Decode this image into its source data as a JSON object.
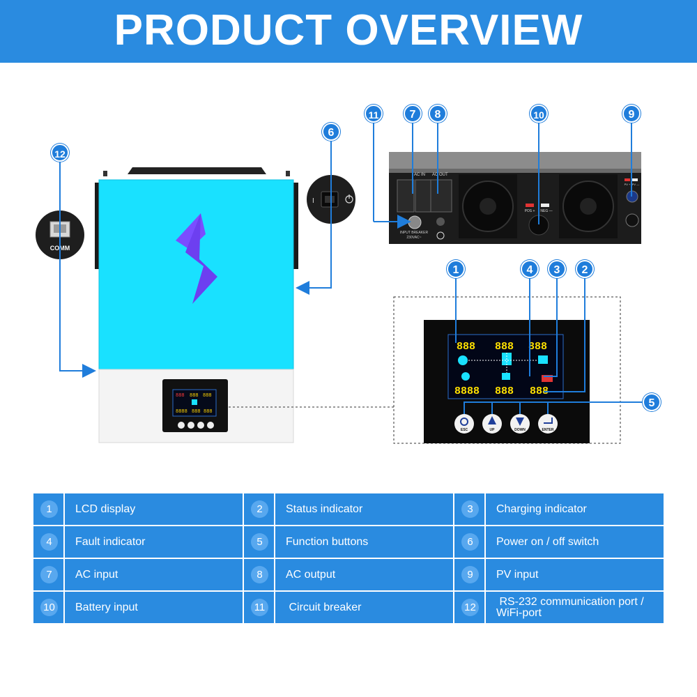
{
  "header": {
    "title": "PRODUCT OVERVIEW"
  },
  "device": {
    "comm_label": "COMM",
    "ac_in_label": "AC IN",
    "ac_out_label": "AC OUT",
    "input_breaker_label": "INPUT BREAKER",
    "input_breaker_sub": "230VAC~",
    "pos_label": "POS +",
    "neg_label": "NEG —",
    "pv_pos_label": "PV +",
    "pv_neg_label": "PV —",
    "lcd_digits": "888",
    "lcd_digits_long": "8888"
  },
  "lcd_buttons": [
    {
      "label": "ESC",
      "icon": "power-icon"
    },
    {
      "label": "UP",
      "icon": "up-arrow-icon"
    },
    {
      "label": "DOWN",
      "icon": "down-arrow-icon"
    },
    {
      "label": "ENTER",
      "icon": "enter-icon"
    }
  ],
  "callouts": [
    "1",
    "2",
    "3",
    "4",
    "5",
    "6",
    "7",
    "8",
    "9",
    "10",
    "11",
    "12"
  ],
  "legend": {
    "items": [
      {
        "num": "1",
        "label": "LCD display"
      },
      {
        "num": "2",
        "label": "Status indicator"
      },
      {
        "num": "3",
        "label": "Charging indicator"
      },
      {
        "num": "4",
        "label": "Fault indicator"
      },
      {
        "num": "5",
        "label": "Function buttons"
      },
      {
        "num": "6",
        "label": "Power on / off switch"
      },
      {
        "num": "7",
        "label": "AC input"
      },
      {
        "num": "8",
        "label": "AC output"
      },
      {
        "num": "9",
        "label": "PV input"
      },
      {
        "num": "10",
        "label": "Battery input"
      },
      {
        "num": "11",
        "label": " Circuit breaker"
      },
      {
        "num": "12",
        "label": " RS-232 communication port /\nWiFi-port"
      }
    ]
  },
  "colors": {
    "accent": "#2a8be0",
    "callout": "#1f7ddb",
    "panel_cyan": "#19e1ff",
    "bolt_purple": "#7b4dff"
  }
}
